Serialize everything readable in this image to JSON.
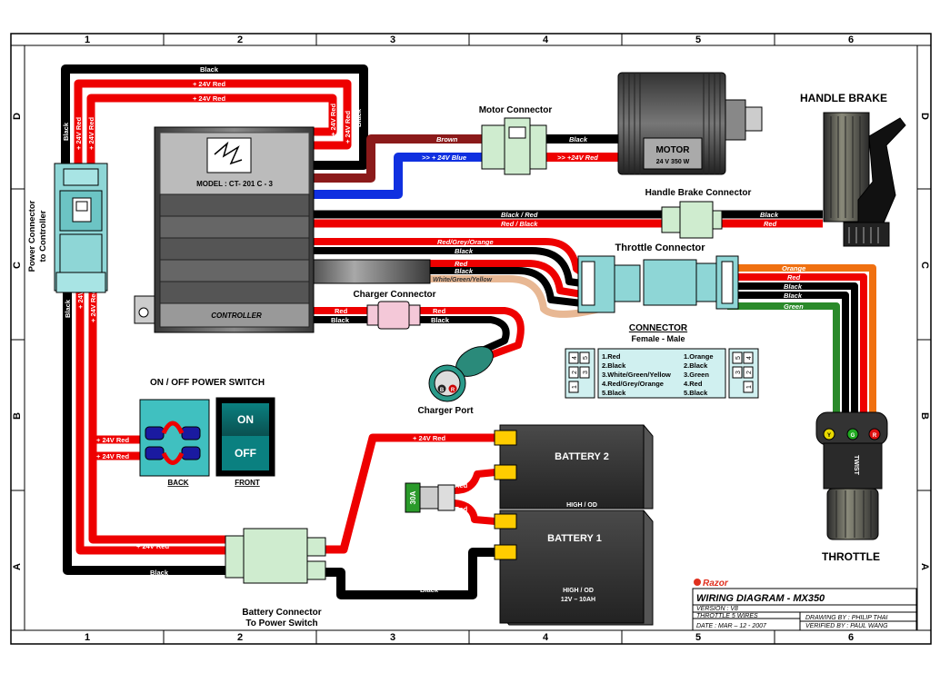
{
  "grid": {
    "columns": [
      "1",
      "2",
      "3",
      "4",
      "5",
      "6"
    ],
    "rows": [
      "D",
      "C",
      "B",
      "A"
    ]
  },
  "labels": {
    "power_connector": [
      "Power Connector",
      "to Controller"
    ],
    "controller_model": "MODEL : CT- 201 C - 3",
    "controller_name": "CONTROLLER",
    "motor_connector": "Motor Connector",
    "motor_title": "MOTOR",
    "motor_spec": "24 V 350 W",
    "handle_brake": "HANDLE BRAKE",
    "handle_brake_connector": "Handle Brake Connector",
    "throttle_connector": "Throttle Connector",
    "charger_connector": "Charger Connector",
    "charger_port": "Charger Port",
    "connector_title": "CONNECTOR",
    "connector_subtitle": "Female  -  Male",
    "power_switch_title": "ON / OFF POWER SWITCH",
    "switch_on": "ON",
    "switch_off": "OFF",
    "switch_back": "BACK",
    "switch_front": "FRONT",
    "battery2": "BATTERY 2",
    "battery1": "BATTERY 1",
    "battery2_sub": "HIGH / OD",
    "battery1_sub1": "HIGH / OD",
    "battery1_sub2": "12V – 10AH",
    "fuse": "30A",
    "battery_connector": [
      "Battery Connector",
      "To Power Switch"
    ],
    "throttle": "THROTTLE",
    "twist": "TWIST",
    "throttle_buttons": [
      "Y",
      "G",
      "R"
    ],
    "charger_pins": [
      "B",
      "R"
    ]
  },
  "wire_labels": {
    "top_black": "Black",
    "top_red1": "+ 24V Red",
    "top_red2": "+ 24V Red",
    "left_black": "Black",
    "left_red1": "+ 24V Red",
    "left_red2": "+ 24V Red",
    "right_black": "Black",
    "right_red1": "+ 24V Red",
    "right_red2": "+ 24V Red",
    "brown": "Brown",
    "blue": ">> + 24V Blue",
    "motor_black": "Black",
    "motor_red": ">> +24V Red",
    "brake_black_red": "Black / Red",
    "brake_red_black": "Red / Black",
    "brake_black": "Black",
    "brake_red": "Red",
    "thr_rgo": "Red/Grey/Orange",
    "thr_black1": "Black",
    "thr_red": "Red",
    "thr_black2": "Black",
    "thr_wgy": "White/Green/Yellow",
    "charger_red": "Red",
    "charger_black": "Black",
    "charger_red2": "Red",
    "charger_black2": "Black",
    "thr_orange": "Orange",
    "thr_red_r": "Red",
    "thr_black_r1": "Black",
    "thr_black_r2": "Black",
    "thr_green": "Green",
    "vl_black": "Black",
    "vl_red1": "+ 24V Red",
    "vl_red2": "+ 24V Red",
    "sw_red1": "+ 24V Red",
    "sw_red2": "+ 24V Red",
    "bot_red1": "+ 24V Red",
    "bot_red2": "+ 24V Red",
    "bot_black": "Black",
    "bat_red": "+ 24V Red",
    "fuse_red1": "Red",
    "fuse_red2": "Red",
    "bat_black": "Black"
  },
  "pin_legend": {
    "female": [
      "1.Red",
      "2.Black",
      "3.White/Green/Yellow",
      "4.Red/Grey/Orange",
      "5.Black"
    ],
    "male": [
      "1.Orange",
      "2.Black",
      "3.Green",
      "4.Red",
      "5.Black"
    ],
    "pins_left": [
      "4",
      "5",
      "2",
      "3",
      "1"
    ],
    "pins_right": [
      "4",
      "5",
      "2",
      "3",
      "1"
    ]
  },
  "title_block": {
    "brand": "Razor",
    "title": "WIRING DIAGRAM - MX350",
    "version": "VERSION : V8",
    "throttle": "THROTTLE 5 WIRES",
    "date": "DATE : MAR – 12 - 2007",
    "drawing_by": "DRAWING BY : PHILIP THAI",
    "verified_by": "VERIFIED BY : PAUL WANG"
  }
}
